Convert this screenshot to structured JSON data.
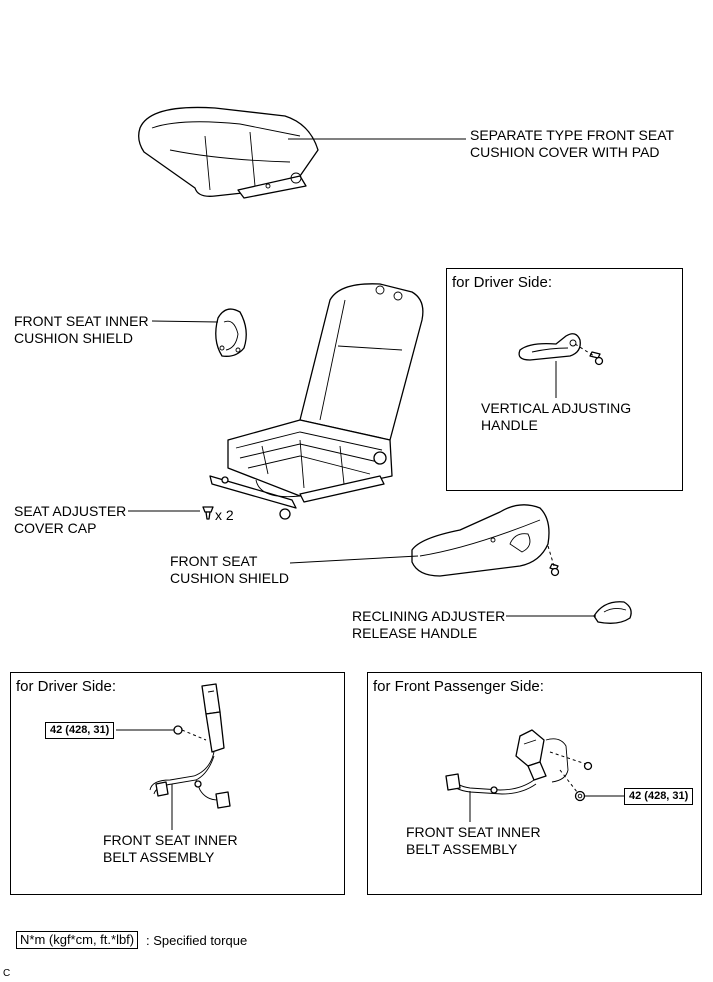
{
  "labels": {
    "cushion_cover": [
      "SEPARATE TYPE FRONT SEAT",
      "CUSHION COVER WITH PAD"
    ],
    "inner_cushion_shield": [
      "FRONT SEAT INNER",
      "CUSHION SHIELD"
    ],
    "adjuster_cover_cap": [
      "SEAT ADJUSTER",
      "COVER CAP"
    ],
    "cap_quantity": "x 2",
    "cushion_shield": [
      "FRONT SEAT",
      "CUSHION SHIELD"
    ],
    "reclining_handle": [
      "RECLINING ADJUSTER",
      "RELEASE HANDLE"
    ],
    "vertical_handle": [
      "VERTICAL ADJUSTING",
      "HANDLE"
    ],
    "belt_driver": [
      "FRONT SEAT INNER",
      "BELT ASSEMBLY"
    ],
    "belt_passenger": [
      "FRONT SEAT INNER",
      "BELT ASSEMBLY"
    ]
  },
  "boxes": {
    "driver_handle_title": "for Driver Side:",
    "driver_belt_title": "for Driver Side:",
    "passenger_belt_title": "for Front Passenger Side:"
  },
  "torque": {
    "driver": "42 (428, 31)",
    "passenger": "42 (428, 31)"
  },
  "legend": {
    "unit": "N*m (kgf*cm, ft.*lbf)",
    "description": ": Specified torque"
  },
  "corner_code": "C"
}
